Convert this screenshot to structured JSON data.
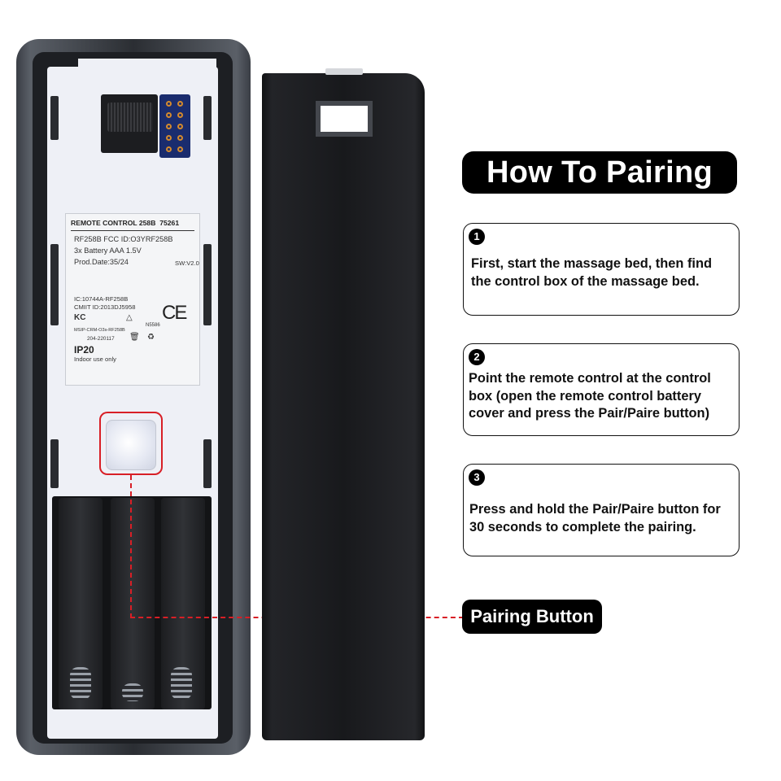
{
  "title": "How To Pairing",
  "steps": [
    {
      "number": "1",
      "text": "First, start the massage bed, then find the control box of the massage bed."
    },
    {
      "number": "2",
      "text": "Point the remote control at the control box (open the remote control battery cover and press the Pair/Paire button)"
    },
    {
      "number": "3",
      "text": "Press and hold the Pair/Paire button for 30 seconds to complete the pairing."
    }
  ],
  "callout_label": "Pairing Button",
  "device_label": {
    "header": "REMOTE CONTROL 258B",
    "code": "75261",
    "lines": [
      "RF258B  FCC ID:O3YRF258B",
      "3x Battery AAA 1.5V",
      "Prod.Date:35/24"
    ],
    "sw": "SW:V2.0",
    "ic": "IC:10744A-RF258B",
    "cmiit": "CMIIT ID:2013DJ5958",
    "n_number": "N5586",
    "msip": "MSIP-CRM-O3s-RF258B",
    "telec": "204-220117",
    "ip_rating": "IP20",
    "indoor": "Indoor use only",
    "ce": "CE"
  },
  "colors": {
    "accent_red": "#d81f26",
    "pill_black": "#000000",
    "remote_body": "#2b2e33",
    "tray": "#eef0f6"
  },
  "icons": [
    "step-number-badge",
    "ce-mark",
    "kc-mark",
    "recycle-icon",
    "weee-bin-icon"
  ]
}
